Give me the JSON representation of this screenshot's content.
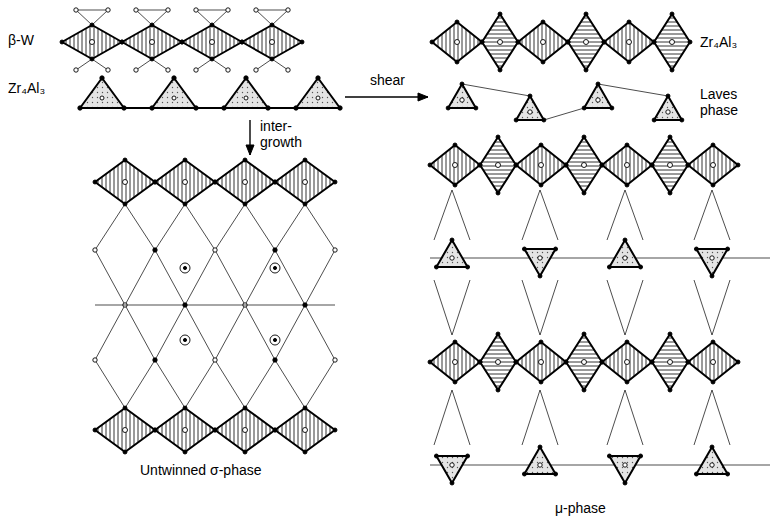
{
  "diagram": {
    "labels": [
      "β-W",
      "Zr₄Al₃",
      "shear",
      "inter- growth",
      "Zr₄Al₃",
      "Laves phase",
      "Untwinned σ-phase",
      "μ-phase"
    ]
  }
}
